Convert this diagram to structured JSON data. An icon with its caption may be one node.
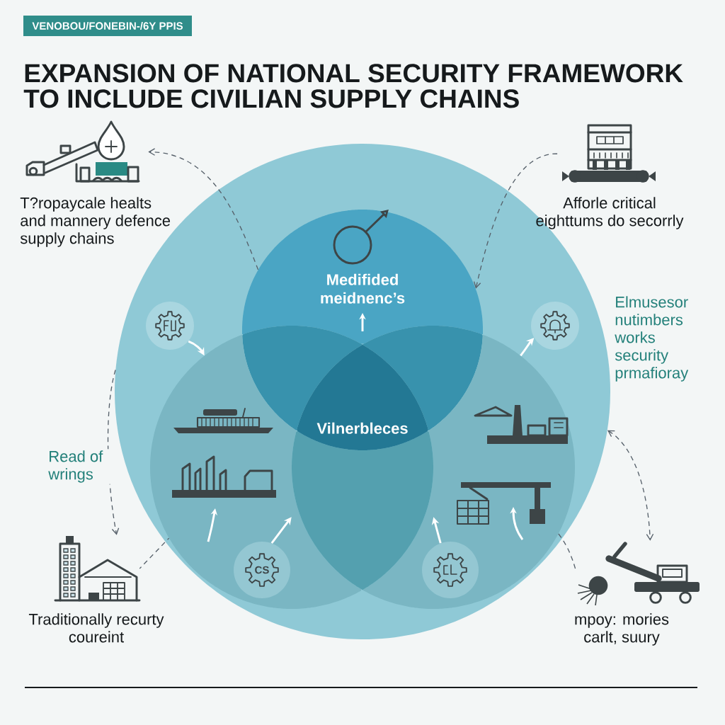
{
  "diagram": {
    "title": "EXPANSION OF NATIONAL SECURITY FRAMEWORK TO INCLUDE CIVILIAN SUPPLY CHAINS",
    "nodes": [
      {
        "text": [],
        "shape": "circle"
      },
      {
        "text": [
          "Medifided meidnenc’s"
        ],
        "in": 0
      },
      {
        "text": [],
        "shape": "circle",
        "in": 0
      },
      {
        "text": [],
        "shape": "circle",
        "in": 0
      },
      {
        "text": [
          "Vilnerbleces"
        ],
        "in": 0
      },
      {
        "text": [],
        "shape": "circle",
        "in": 0
      },
      {
        "text": [],
        "shape": "circle",
        "in": 0
      },
      {
        "text": [
          "CS"
        ],
        "in": 2
      },
      {
        "text": [],
        "shape": "circle",
        "in": 3
      },
      {
        "text": [],
        "shape": "picture",
        "beside": [
          "T?ropaycale healts and mannery defence supply chains"
        ]
      },
      {
        "text": [],
        "shape": "picture",
        "beside": [
          "Afforle critical eighttums do secorrly"
        ]
      },
      {
        "text": [],
        "shape": "picture",
        "beside": [
          "Traditionally recurty coureint"
        ]
      },
      {
        "text": [],
        "shape": "picture",
        "beside": [
          "mpoy: mories carlt, suury"
        ]
      }
    ],
    "edges": [
      {
        "from": 1,
        "to": 9,
        "arrow": "to",
        "style": "dashed"
      },
      {
        "from": 10,
        "to": 1,
        "arrow": "to",
        "style": "dashed"
      },
      {
        "from": 0,
        "to": 11,
        "arrow": "to",
        "style": "dashed",
        "label": "Read of wrings"
      },
      {
        "from": 0,
        "to": 12,
        "arrow": "both",
        "style": "dashed"
      },
      {
        "from": 11,
        "to": 2,
        "arrow": "none",
        "style": "dashed"
      },
      {
        "from": 3,
        "to": 12,
        "arrow": "none",
        "style": "dashed"
      },
      {
        "from": 5,
        "to": 2,
        "arrow": "to",
        "style": "thick",
        "color": "#ffffff"
      },
      {
        "from": 3,
        "to": 6,
        "arrow": "to",
        "style": "thick",
        "color": "#ffffff"
      },
      {
        "from": 7,
        "to": 4,
        "arrow": "to",
        "style": "thick",
        "color": "#ffffff"
      },
      {
        "from": 8,
        "to": 4,
        "arrow": "to",
        "style": "thick",
        "color": "#ffffff"
      }
    ],
    "labels": [
      "VENOBOU/FONEBIN-/6Y PPIS",
      "Elmusesor nutimbers works security prmafioray"
    ]
  }
}
